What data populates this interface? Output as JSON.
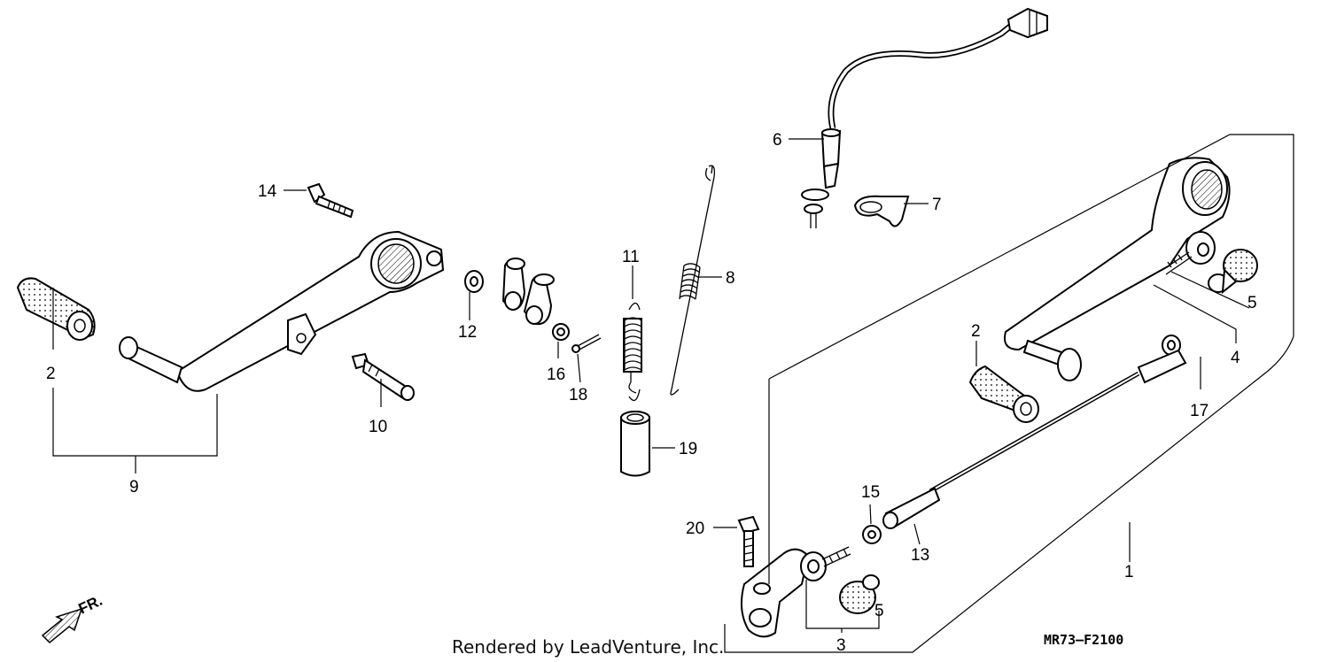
{
  "diagram": {
    "code": "MR73–F2100",
    "credit": "Rendered by LeadVenture, Inc.",
    "direction_label": "FR.",
    "callouts": [
      {
        "id": "c-1",
        "text": "1"
      },
      {
        "id": "c-2a",
        "text": "2"
      },
      {
        "id": "c-2b",
        "text": "2"
      },
      {
        "id": "c-3",
        "text": "3"
      },
      {
        "id": "c-4",
        "text": "4"
      },
      {
        "id": "c-5a",
        "text": "5"
      },
      {
        "id": "c-5b",
        "text": "5"
      },
      {
        "id": "c-6",
        "text": "6"
      },
      {
        "id": "c-7",
        "text": "7"
      },
      {
        "id": "c-8",
        "text": "8"
      },
      {
        "id": "c-9",
        "text": "9"
      },
      {
        "id": "c-10",
        "text": "10"
      },
      {
        "id": "c-11",
        "text": "11"
      },
      {
        "id": "c-12",
        "text": "12"
      },
      {
        "id": "c-13",
        "text": "13"
      },
      {
        "id": "c-14",
        "text": "14"
      },
      {
        "id": "c-15",
        "text": "15"
      },
      {
        "id": "c-16",
        "text": "16"
      },
      {
        "id": "c-17",
        "text": "17"
      },
      {
        "id": "c-18",
        "text": "18"
      },
      {
        "id": "c-19",
        "text": "19"
      },
      {
        "id": "c-20",
        "text": "20"
      }
    ]
  }
}
